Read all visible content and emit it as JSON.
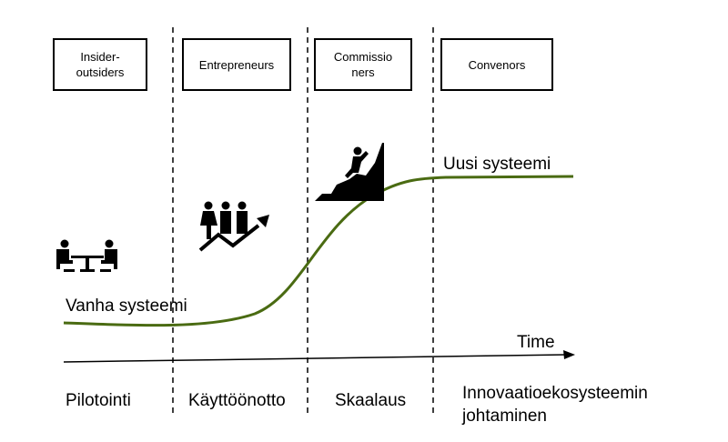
{
  "roles": [
    "Insider-\noutsiders",
    "Entrepreneurs",
    "Commissio\nners",
    "Convenors"
  ],
  "curve": {
    "start_label": "Vanha systeemi",
    "end_label": "Uusi systeemi",
    "color": "#4a6b12"
  },
  "axis": {
    "label": "Time"
  },
  "phases": [
    "Pilotointi",
    "Käyttöönotto",
    "Skaalaus",
    "Innovaatioekosysteemin\njohtaminen"
  ]
}
